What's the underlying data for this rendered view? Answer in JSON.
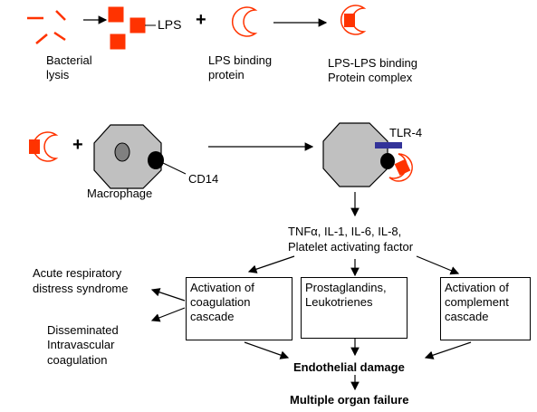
{
  "colors": {
    "lps_fill": "#ff3300",
    "outline": "#ff3300",
    "protein_fill": "#ffffff",
    "cell_fill": "#c0c0c0",
    "nucleus_fill": "#808080",
    "tlr_fill": "#333399",
    "line": "#000000"
  },
  "labels": {
    "lps": "LPS",
    "bacterial_lysis": [
      "Bacterial",
      "lysis"
    ],
    "lbp": [
      "LPS binding",
      "protein"
    ],
    "complex": [
      "LPS-LPS binding",
      "Protein complex"
    ],
    "plus": "+",
    "macrophage": "Macrophage",
    "cd14": "CD14",
    "tlr4": "TLR-4",
    "mediators": [
      "TNFα, IL-1, IL-6, IL-8,",
      "Platelet activating factor"
    ],
    "ards": [
      "Acute respiratory",
      "distress syndrome"
    ],
    "dic": [
      "Disseminated",
      "Intravascular",
      "coagulation"
    ],
    "coag_box": [
      "Activation of",
      "coagulation",
      "cascade"
    ],
    "prost_box": [
      "Prostaglandins,",
      "Leukotrienes"
    ],
    "comp_box": [
      "Activation of",
      "complement",
      "cascade"
    ],
    "endothelial": "Endothelial damage",
    "mof": "Multiple organ failure"
  }
}
